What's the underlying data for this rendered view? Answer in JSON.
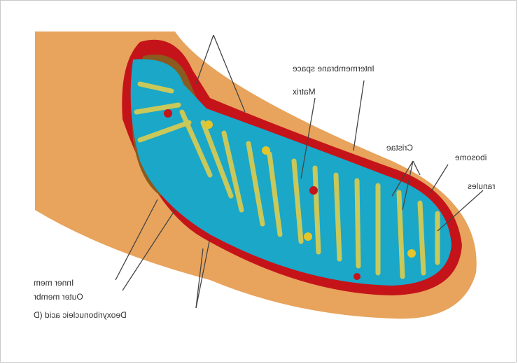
{
  "labels": {
    "intermembrane_space": "Intermembrane space",
    "matrix": "Matrix",
    "cristae": "Cristae",
    "ribosome": "ibosome",
    "granules": "ranules",
    "inner_membrane": "Inner mem",
    "outer_membrane": "Outer membr",
    "dna": "Deoxyribonucleic acid (D"
  },
  "colors": {
    "outer_body": "#e8a35c",
    "membrane_red": "#c4141a",
    "matrix_blue": "#1aa7c8",
    "cristae_yellow": "#c9c85a",
    "cut_brown": "#8a5a1e"
  }
}
